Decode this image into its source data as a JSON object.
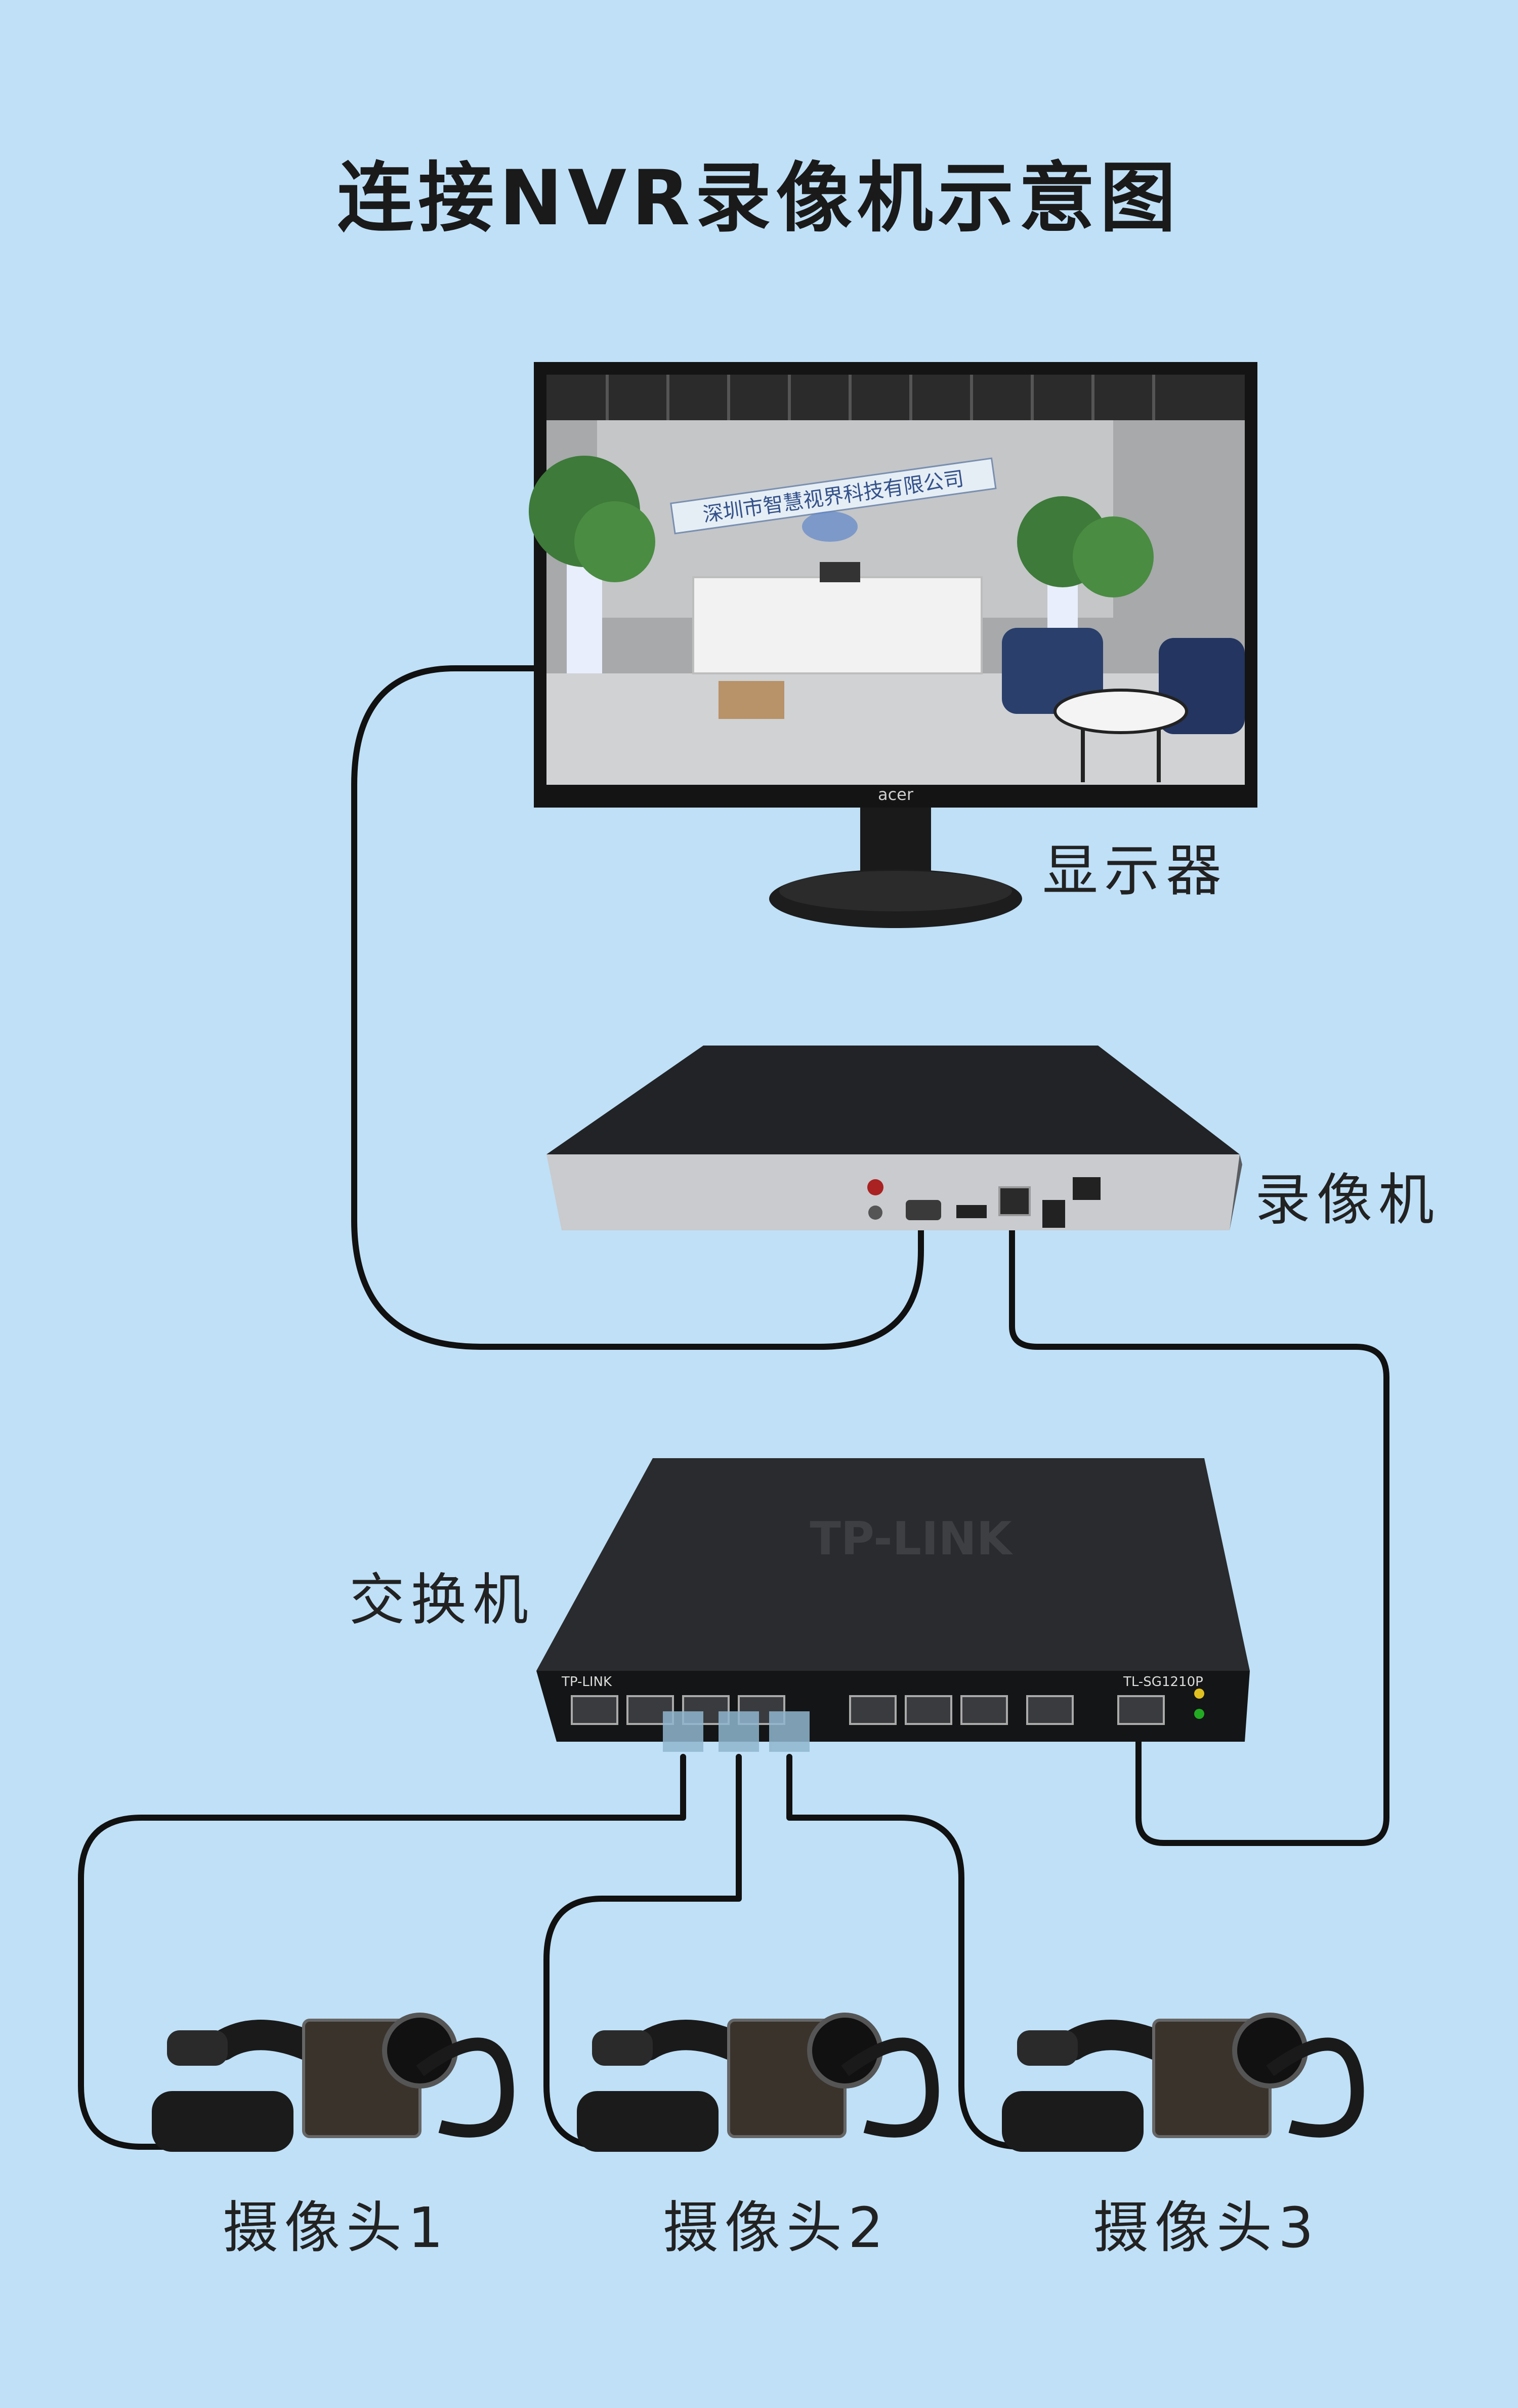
{
  "title": "连接NVR录像机示意图",
  "labels": {
    "monitor": "显示器",
    "nvr": "录像机",
    "switch": "交换机",
    "camera1": "摄像头1",
    "camera2": "摄像头2",
    "camera3": "摄像头3"
  },
  "monitor_screen": {
    "wall_sign": "深圳市智慧视界科技有限公司",
    "brand": "acer"
  },
  "switch_device": {
    "brand": "TP-LINK",
    "model": "TL-SG1210P",
    "front_text": "TP-LINK"
  },
  "colors": {
    "background": "#bfe0f7",
    "cable": "#111111",
    "device_body": "#1e1f22",
    "nvr_front": "#c9cbce"
  }
}
